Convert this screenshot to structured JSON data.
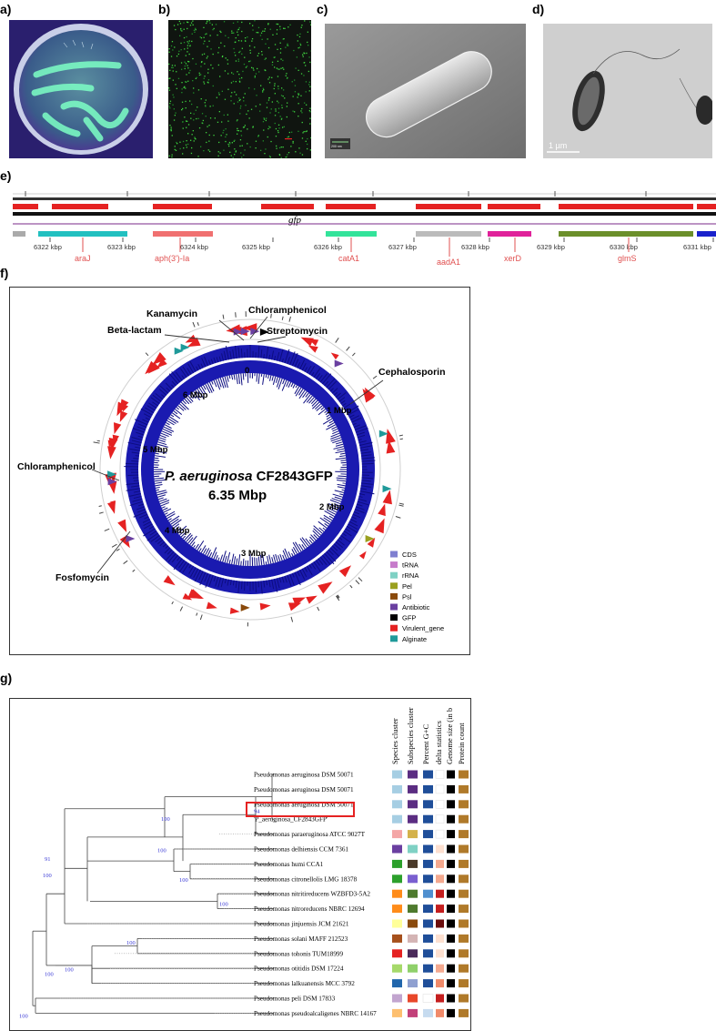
{
  "panel_labels": {
    "a": "a)",
    "b": "b)",
    "c": "c)",
    "d": "d)",
    "e": "e)",
    "f": "f)",
    "g": "g)"
  },
  "panel_c": {
    "scale_text": "200 nm"
  },
  "panel_d": {
    "scale_text": "1 µm"
  },
  "panel_e": {
    "gene_center": "gfp",
    "ticks": [
      "6322 kbp",
      "6323 kbp",
      "6324 kbp",
      "6325 kbp",
      "6326 kbp",
      "6327 kbp",
      "6328 kbp",
      "6329 kbp",
      "6330 kbp",
      "6331 kbp"
    ],
    "genes": [
      "araJ",
      "aph(3')-Ia",
      "catA1",
      "aadA1",
      "xerD",
      "glmS"
    ]
  },
  "panel_f": {
    "title_italic": "P. aeruginosa",
    "title_rest": " CF2843GFP",
    "size": "6.35 Mbp",
    "ring_labels": [
      "0",
      "1 Mbp",
      "2 Mbp",
      "3 Mbp",
      "4 Mbp",
      "5 Mbp",
      "6 Mbp"
    ],
    "callouts": [
      "Kanamycin",
      "Chloramphenicol",
      "Beta-lactam",
      "Streptomycin",
      "Cephalosporin",
      "Chloramphenicol",
      "Fosfomycin"
    ],
    "legend": [
      {
        "label": "CDS",
        "color": "#7f7fd0"
      },
      {
        "label": "tRNA",
        "color": "#c77ccb"
      },
      {
        "label": "rRNA",
        "color": "#7fd1c4"
      },
      {
        "label": "Pel",
        "color": "#9aa01f"
      },
      {
        "label": "Psl",
        "color": "#8a4a0c"
      },
      {
        "label": "Antibiotic",
        "color": "#6a3fa0"
      },
      {
        "label": "GFP",
        "color": "#000000"
      },
      {
        "label": "Virulent_gene",
        "color": "#e52222"
      },
      {
        "label": "Alginate",
        "color": "#1f9a9a"
      }
    ]
  },
  "panel_g": {
    "headers": [
      "Species cluster",
      "Subspecies cluster",
      "Percent G+C",
      "delta statistics",
      "Genome size (in b",
      "Protein count"
    ],
    "taxa": [
      "Pseudomonas aeruginosa DSM 50071",
      "Pseudomonas aeruginosa DSM 50071",
      "Pseudomonas aeruginosa DSM 50071",
      "'P_aeruginosa_CF2843GFP'",
      "Pseudomonas paraeruginosa ATCC 9027T",
      "Pseudomonas delhiensis CCM 7361",
      "Pseudomonas humi CCA1",
      "Pseudomonas citronellolis LMG 18378",
      "Pseudomonas nitritireducens WZBFD3-5A2",
      "Pseudomonas nitroreducens NBRC 12694",
      "Pseudomonas jinjuensis JCM 21621",
      "Pseudomonas solani MAFF 212523",
      "Pseudomonas tohonis TUM18999",
      "Pseudomonas otitidis DSM 17224",
      "Pseudomonas lalkuanensis MCC 3792",
      "Pseudomonas peli DSM 17833",
      "Pseudomonas pseudoalcaligenes NBRC 14167"
    ],
    "bootstrap": [
      "94",
      "100",
      "100",
      "100",
      "91",
      "100",
      "100",
      "100",
      "100",
      "100",
      "100"
    ],
    "cells": [
      [
        "#a6cee3",
        "#5b2d82",
        "#1f4e99",
        "#ffffff",
        "#000000",
        "#b07a2a"
      ],
      [
        "#a6cee3",
        "#5b2d82",
        "#1f4e99",
        "#ffffff",
        "#000000",
        "#b07a2a"
      ],
      [
        "#a6cee3",
        "#5b2d82",
        "#1f4e99",
        "#ffffff",
        "#000000",
        "#b07a2a"
      ],
      [
        "#a6cee3",
        "#5b2d82",
        "#1f4e99",
        "#ffffff",
        "#000000",
        "#b07a2a"
      ],
      [
        "#f4a6a6",
        "#d4b24a",
        "#1f4e99",
        "#ffffff",
        "#000000",
        "#b07a2a"
      ],
      [
        "#6a3fa0",
        "#7fd1c4",
        "#1f4e99",
        "#fde0d0",
        "#000000",
        "#b07a2a"
      ],
      [
        "#2ca02c",
        "#4a3a2a",
        "#1f4e99",
        "#f4a98f",
        "#000000",
        "#b07a2a"
      ],
      [
        "#2ca02c",
        "#7a5fd0",
        "#1f4e99",
        "#f4a98f",
        "#000000",
        "#b07a2a"
      ],
      [
        "#ff8c1a",
        "#4e7a2e",
        "#4f8fcf",
        "#c41e1e",
        "#000000",
        "#b07a2a"
      ],
      [
        "#ff8c1a",
        "#4e7a2e",
        "#1f4e99",
        "#c41e1e",
        "#000000",
        "#b07a2a"
      ],
      [
        "#ffff99",
        "#8a4a0c",
        "#1f4e99",
        "#6a0d0d",
        "#000000",
        "#b07a2a"
      ],
      [
        "#a6501c",
        "#d4b4b4",
        "#1f4e99",
        "#fde0d0",
        "#000000",
        "#b07a2a"
      ],
      [
        "#e52222",
        "#4a2a5a",
        "#1f4e99",
        "#fde0d0",
        "#000000",
        "#b07a2a"
      ],
      [
        "#a6d96a",
        "#8fd06a",
        "#1f4e99",
        "#f4a98f",
        "#000000",
        "#b07a2a"
      ],
      [
        "#2166ac",
        "#8fa0d0",
        "#1f4e99",
        "#f08a6a",
        "#000000",
        "#b07a2a"
      ],
      [
        "#c2a5cf",
        "#e8472a",
        "#ffffff",
        "#c41e1e",
        "#000000",
        "#b07a2a"
      ],
      [
        "#fdbf6f",
        "#c2417a",
        "#c6dbef",
        "#f08a6a",
        "#000000",
        "#b07a2a"
      ]
    ]
  }
}
